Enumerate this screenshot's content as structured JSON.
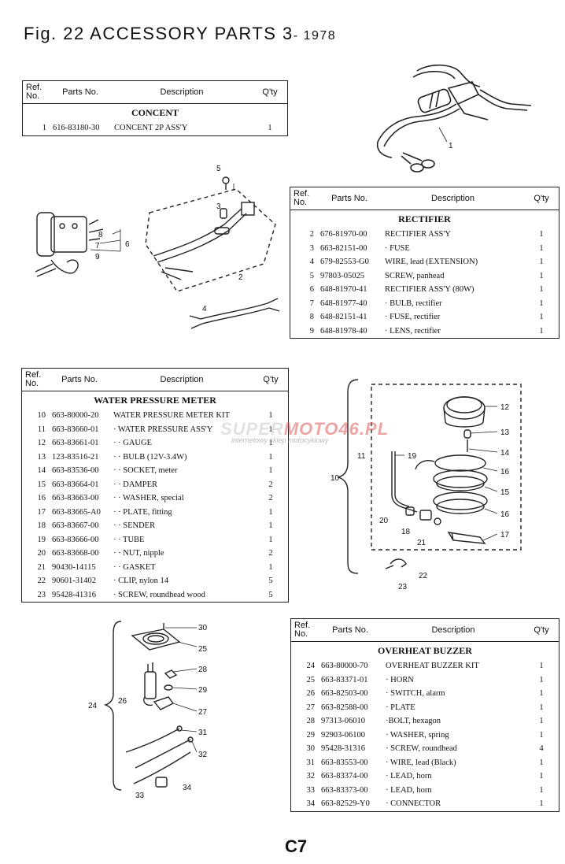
{
  "header": {
    "title": "Fig. 22  ACCESSORY  PARTS 3",
    "year": "- 1978"
  },
  "columns": {
    "ref": "Ref. No.",
    "parts_no": "Parts No.",
    "description": "Description",
    "qty": "Q'ty"
  },
  "tables": [
    {
      "section": "CONCENT",
      "rows": [
        {
          "ref": "1",
          "part": "616-83180-30",
          "desc": "CONCENT 2P ASS'Y",
          "qty": "1"
        }
      ]
    },
    {
      "section": "RECTIFIER",
      "rows": [
        {
          "ref": "2",
          "part": "676-81970-00",
          "desc": "RECTIFIER ASS'Y",
          "qty": "1"
        },
        {
          "ref": "3",
          "part": "663-82151-00",
          "desc": "· FUSE",
          "qty": "1"
        },
        {
          "ref": "4",
          "part": "679-82553-G0",
          "desc": "WIRE, lead (EXTENSION)",
          "qty": "1"
        },
        {
          "ref": "5",
          "part": "97803-05025",
          "desc": "SCREW, panhead",
          "qty": "1"
        },
        {
          "ref": "6",
          "part": "648-81970-41",
          "desc": "RECTIFIER ASS'Y (80W)",
          "qty": "1"
        },
        {
          "ref": "7",
          "part": "648-81977-40",
          "desc": "· BULB, rectifier",
          "qty": "1"
        },
        {
          "ref": "8",
          "part": "648-82151-41",
          "desc": "· FUSE, rectifier",
          "qty": "1"
        },
        {
          "ref": "9",
          "part": "648-81978-40",
          "desc": "· LENS, rectifier",
          "qty": "1"
        }
      ]
    },
    {
      "section": "WATER PRESSURE METER",
      "rows": [
        {
          "ref": "10",
          "part": "663-80000-20",
          "desc": "WATER PRESSURE METER KIT",
          "qty": "1"
        },
        {
          "ref": "11",
          "part": "663-83660-01",
          "desc": "· WATER PRESSURE ASS'Y",
          "qty": "1"
        },
        {
          "ref": "12",
          "part": "663-83661-01",
          "desc": "· · GAUGE",
          "qty": "1"
        },
        {
          "ref": "13",
          "part": "123-83516-21",
          "desc": "· · BULB (12V-3.4W)",
          "qty": "1"
        },
        {
          "ref": "14",
          "part": "663-83536-00",
          "desc": "· · SOCKET, meter",
          "qty": "1"
        },
        {
          "ref": "15",
          "part": "663-83664-01",
          "desc": "· · DAMPER",
          "qty": "2"
        },
        {
          "ref": "16",
          "part": "663-83663-00",
          "desc": "· · WASHER, special",
          "qty": "2"
        },
        {
          "ref": "17",
          "part": "663-83665-A0",
          "desc": "· · PLATE, fitting",
          "qty": "1"
        },
        {
          "ref": "18",
          "part": "663-83667-00",
          "desc": "· · SENDER",
          "qty": "1"
        },
        {
          "ref": "19",
          "part": "663-83666-00",
          "desc": "· · TUBE",
          "qty": "1"
        },
        {
          "ref": "20",
          "part": "663-83668-00",
          "desc": "· · NUT, nipple",
          "qty": "2"
        },
        {
          "ref": "21",
          "part": "90430-14115",
          "desc": "· · GASKET",
          "qty": "1"
        },
        {
          "ref": "22",
          "part": "90601-31402",
          "desc": "· CLIP, nylon 14",
          "qty": "5"
        },
        {
          "ref": "23",
          "part": "95428-41316",
          "desc": "· SCREW, roundhead wood",
          "qty": "5"
        }
      ]
    },
    {
      "section": "OVERHEAT BUZZER",
      "rows": [
        {
          "ref": "24",
          "part": "663-80000-70",
          "desc": "OVERHEAT BUZZER KIT",
          "qty": "1"
        },
        {
          "ref": "25",
          "part": "663-83371-01",
          "desc": "· HORN",
          "qty": "1"
        },
        {
          "ref": "26",
          "part": "663-82503-00",
          "desc": "· SWITCH, alarm",
          "qty": "1"
        },
        {
          "ref": "27",
          "part": "663-82588-00",
          "desc": "· PLATE",
          "qty": "1"
        },
        {
          "ref": "28",
          "part": "97313-06010",
          "desc": "·BOLT, hexagon",
          "qty": "1"
        },
        {
          "ref": "29",
          "part": "92903-06100",
          "desc": "· WASHER, spring",
          "qty": "1"
        },
        {
          "ref": "30",
          "part": "95428-31316",
          "desc": "· SCREW, roundhead",
          "qty": "4"
        },
        {
          "ref": "31",
          "part": "663-83553-00",
          "desc": "· WIRE, lead (Black)",
          "qty": "1"
        },
        {
          "ref": "32",
          "part": "663-83374-00",
          "desc": "· LEAD, horn",
          "qty": "1"
        },
        {
          "ref": "33",
          "part": "663-83373-00",
          "desc": "· LEAD, horn",
          "qty": "1"
        },
        {
          "ref": "34",
          "part": "663-82529-Y0",
          "desc": "· CONNECTOR",
          "qty": "1"
        }
      ]
    }
  ],
  "diagram_labels": {
    "d1": [
      "1"
    ],
    "d2": [
      "5",
      "3",
      "8",
      "7",
      "9",
      "6",
      "2",
      "4"
    ],
    "d3": [
      "12",
      "13",
      "14",
      "16",
      "15",
      "16",
      "17",
      "11",
      "19",
      "10",
      "20",
      "18",
      "21",
      "22",
      "23"
    ],
    "d4": [
      "30",
      "25",
      "28",
      "29",
      "26",
      "27",
      "24",
      "31",
      "32",
      "33",
      "34"
    ]
  },
  "watermark": {
    "left": "SUPER",
    "right": "MOTO46.PL",
    "sub": "internetowy sklep motocyklowy"
  },
  "page_number": "C7"
}
